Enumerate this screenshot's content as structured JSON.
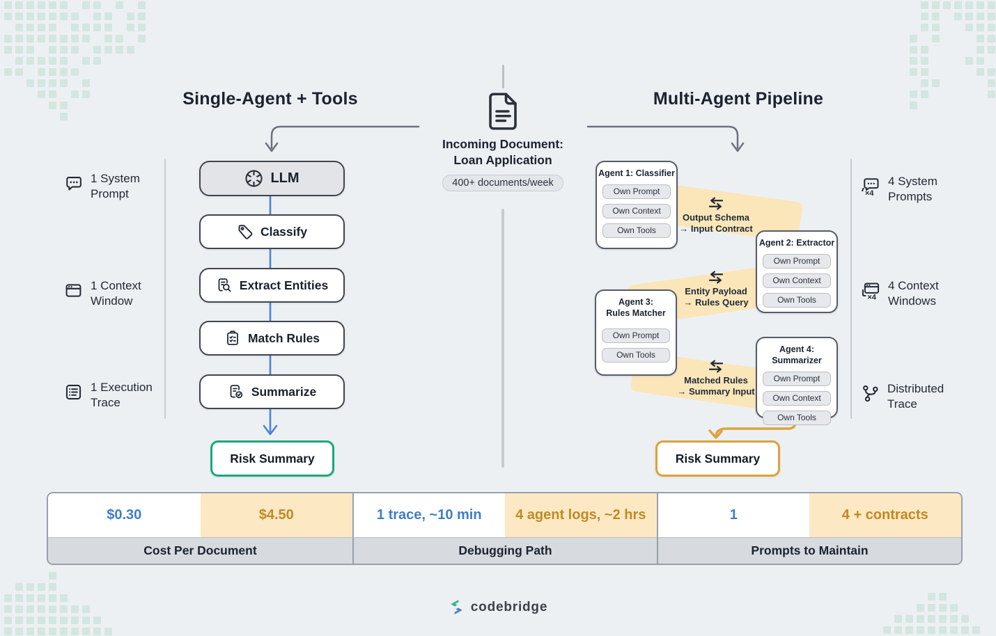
{
  "left": {
    "title": "Single-Agent + Tools",
    "annotations": [
      {
        "label": "1 System Prompt"
      },
      {
        "label": "1 Context Window"
      },
      {
        "label": "1 Execution Trace"
      }
    ],
    "llm_label": "LLM",
    "steps": [
      {
        "label": "Classify"
      },
      {
        "label": "Extract Entities"
      },
      {
        "label": "Match Rules"
      },
      {
        "label": "Summarize"
      }
    ],
    "result_label": "Risk Summary"
  },
  "center": {
    "title_line1": "Incoming Document:",
    "title_line2": "Loan Application",
    "badge": "400+ documents/week"
  },
  "right": {
    "title": "Multi-Agent Pipeline",
    "agents": [
      {
        "title": "Agent 1: Classifier",
        "pills": [
          "Own Prompt",
          "Own Context",
          "Own Tools"
        ]
      },
      {
        "title": "Agent 2: Extractor",
        "pills": [
          "Own Prompt",
          "Own Context",
          "Own Tools"
        ]
      },
      {
        "title_line1": "Agent 3:",
        "title_line2": "Rules Matcher",
        "pills": [
          "Own Prompt",
          "Own Tools"
        ]
      },
      {
        "title": "Agent 4: Summarizer",
        "pills": [
          "Own Prompt",
          "Own Context",
          "Own Tools"
        ]
      }
    ],
    "handoffs": [
      {
        "line1": "Output Schema",
        "line2": "→ Input Contract"
      },
      {
        "line1": "Entity Payload",
        "line2": "→ Rules Query"
      },
      {
        "line1": "Matched Rules",
        "line2": "→ Summary Input"
      }
    ],
    "annotations": [
      {
        "label": "4 System Prompts"
      },
      {
        "label": "4 Context Windows"
      },
      {
        "label": "Distributed Trace"
      }
    ],
    "result_label": "Risk Summary"
  },
  "comparison_table": {
    "values": [
      "$0.30",
      "$4.50",
      "1 trace, ~10 min",
      "4 agent logs, ~2 hrs",
      "1",
      "4 + contracts"
    ],
    "headers": [
      "Cost Per Document",
      "Debugging Path",
      "Prompts to Maintain"
    ]
  },
  "footer": {
    "brand": "codebridge"
  },
  "colors": {
    "background": "#edf0f3",
    "accent_blue": "#3f7dca",
    "accent_gold": "#bf8a26",
    "flow_line_blue": "#4a82e0",
    "result_green": "#1aa87c",
    "result_orange": "#dda23a",
    "handoff_band": "#fbe6ba",
    "corner_pattern": "#d3e6df"
  }
}
